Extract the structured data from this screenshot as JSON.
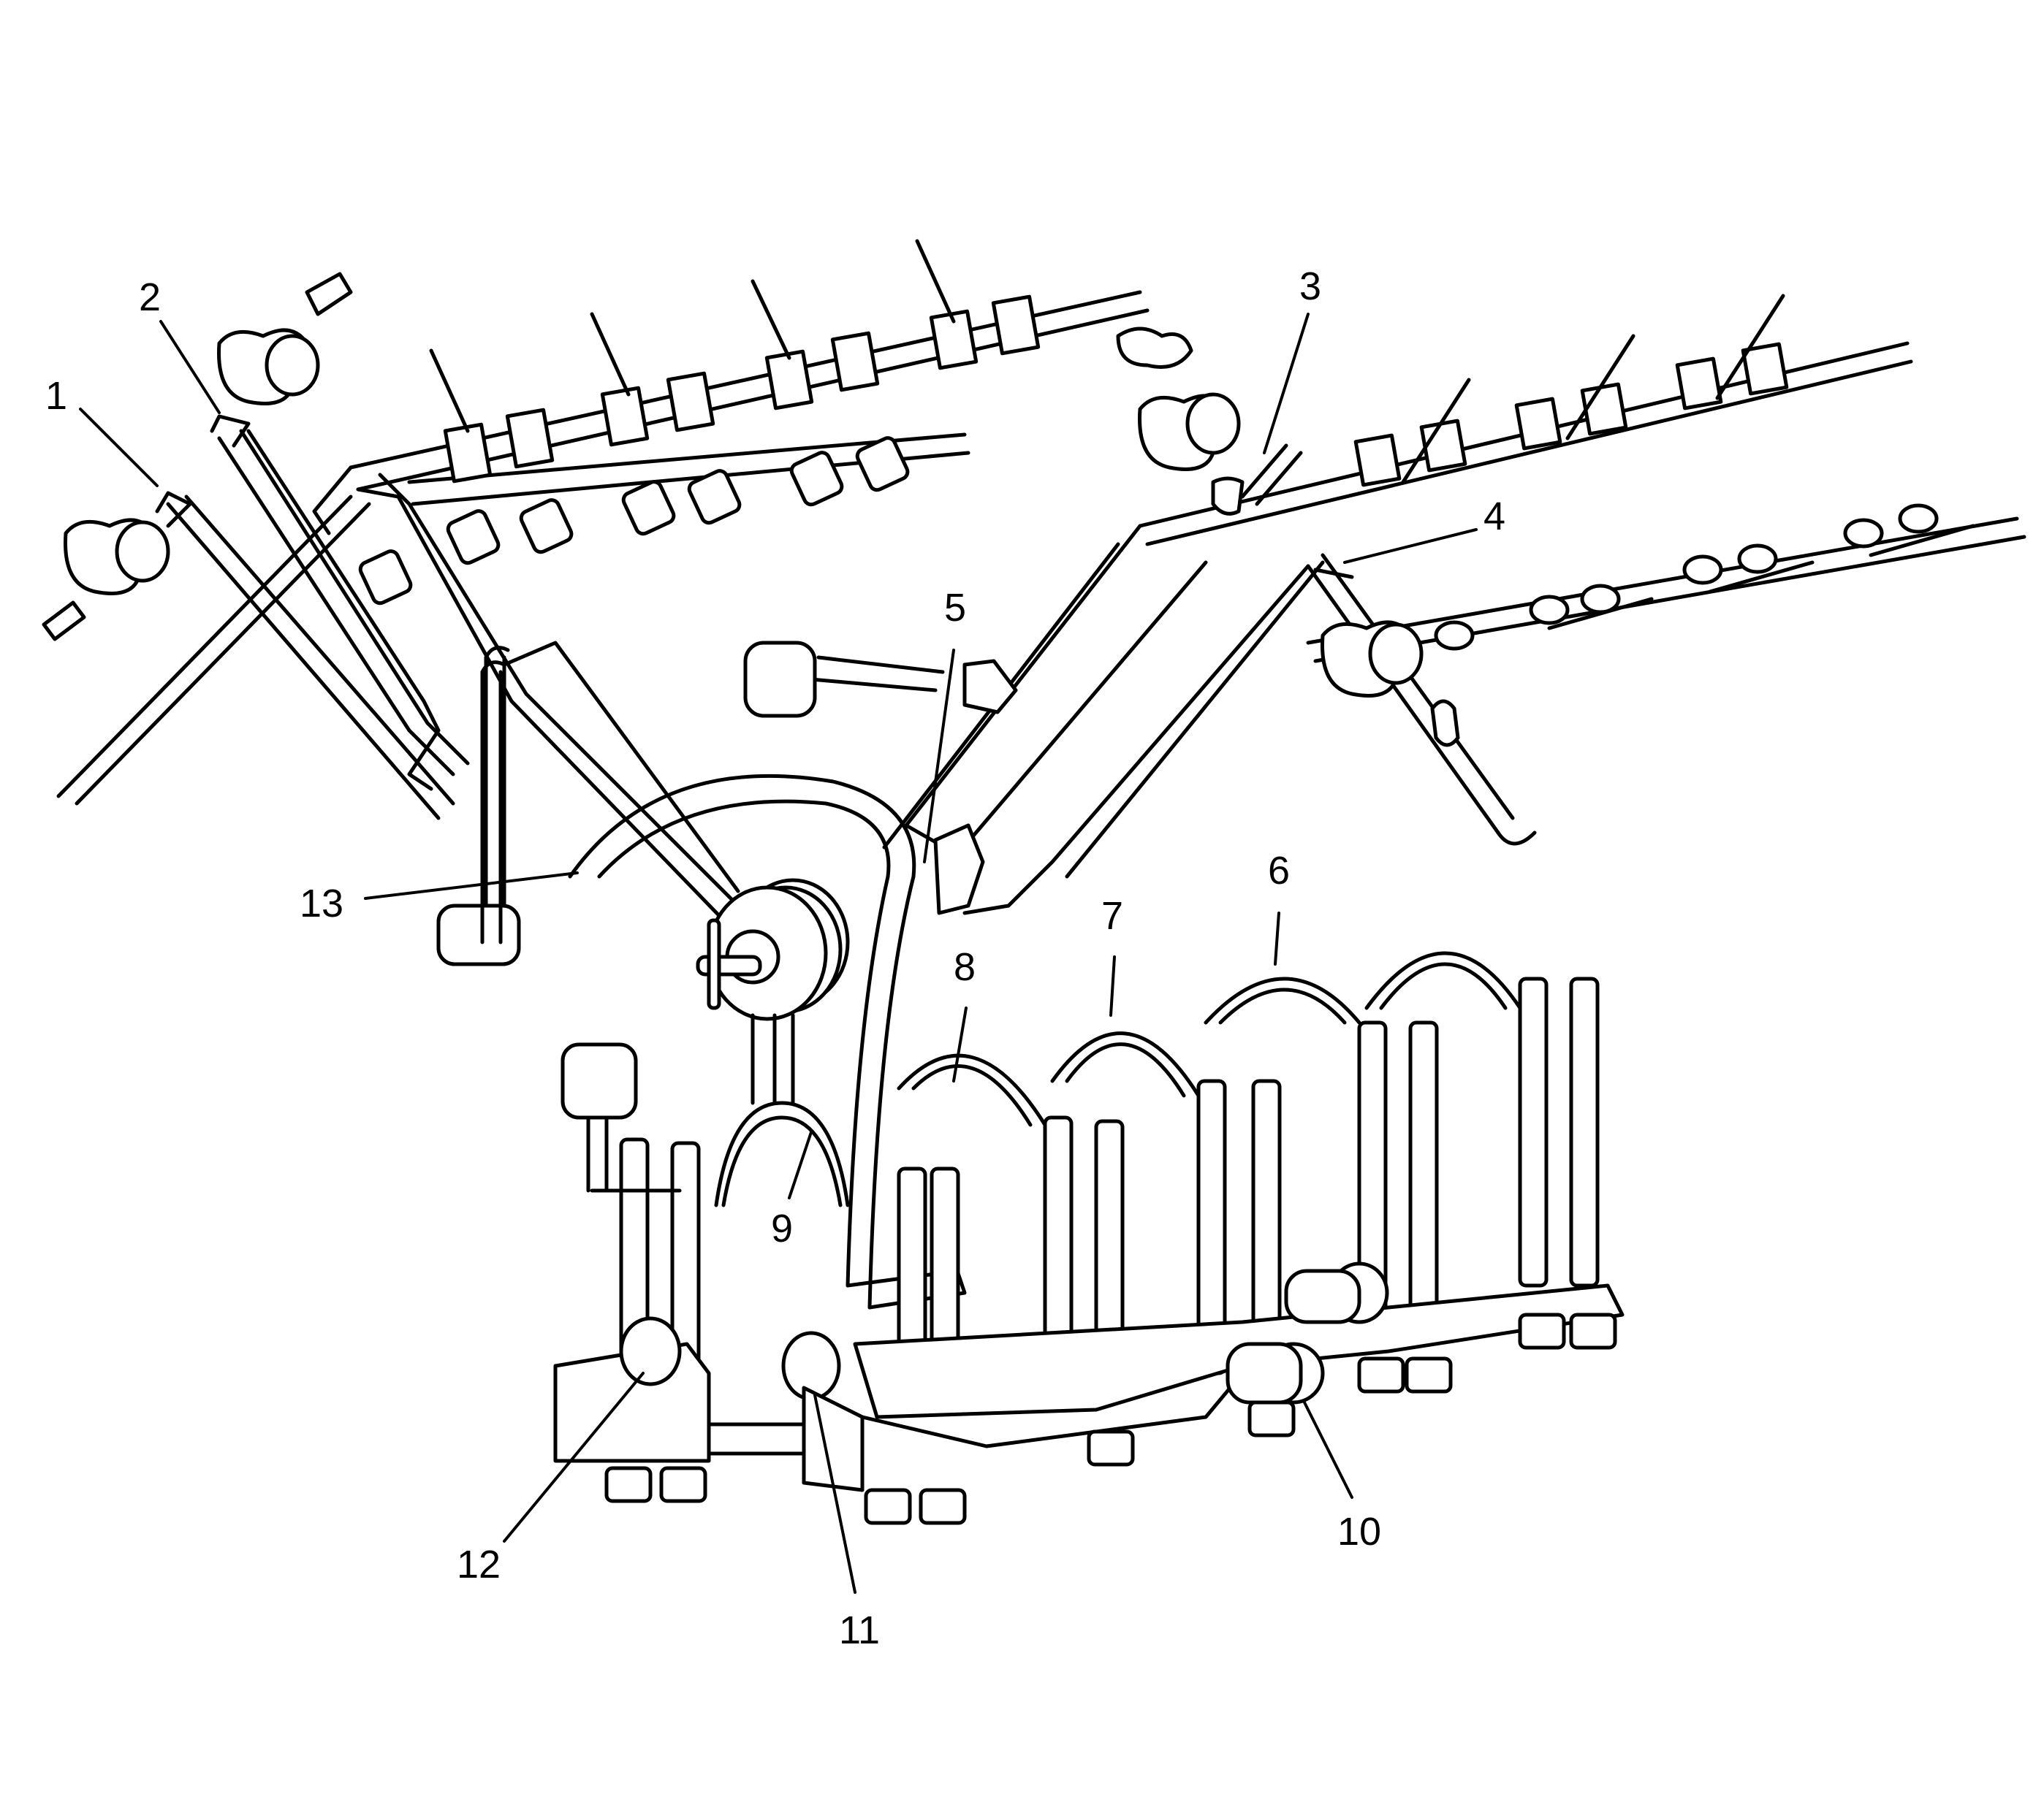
{
  "diagram": {
    "colors": {
      "line": "#000000",
      "fill": "#ffffff"
    },
    "callouts": [
      {
        "id": "1",
        "label": "1"
      },
      {
        "id": "2",
        "label": "2"
      },
      {
        "id": "3",
        "label": "3"
      },
      {
        "id": "4",
        "label": "4"
      },
      {
        "id": "5",
        "label": "5"
      },
      {
        "id": "6",
        "label": "6"
      },
      {
        "id": "7",
        "label": "7"
      },
      {
        "id": "8",
        "label": "8"
      },
      {
        "id": "9",
        "label": "9"
      },
      {
        "id": "10",
        "label": "10"
      },
      {
        "id": "11",
        "label": "11"
      },
      {
        "id": "12",
        "label": "12"
      },
      {
        "id": "13",
        "label": "13"
      }
    ]
  }
}
